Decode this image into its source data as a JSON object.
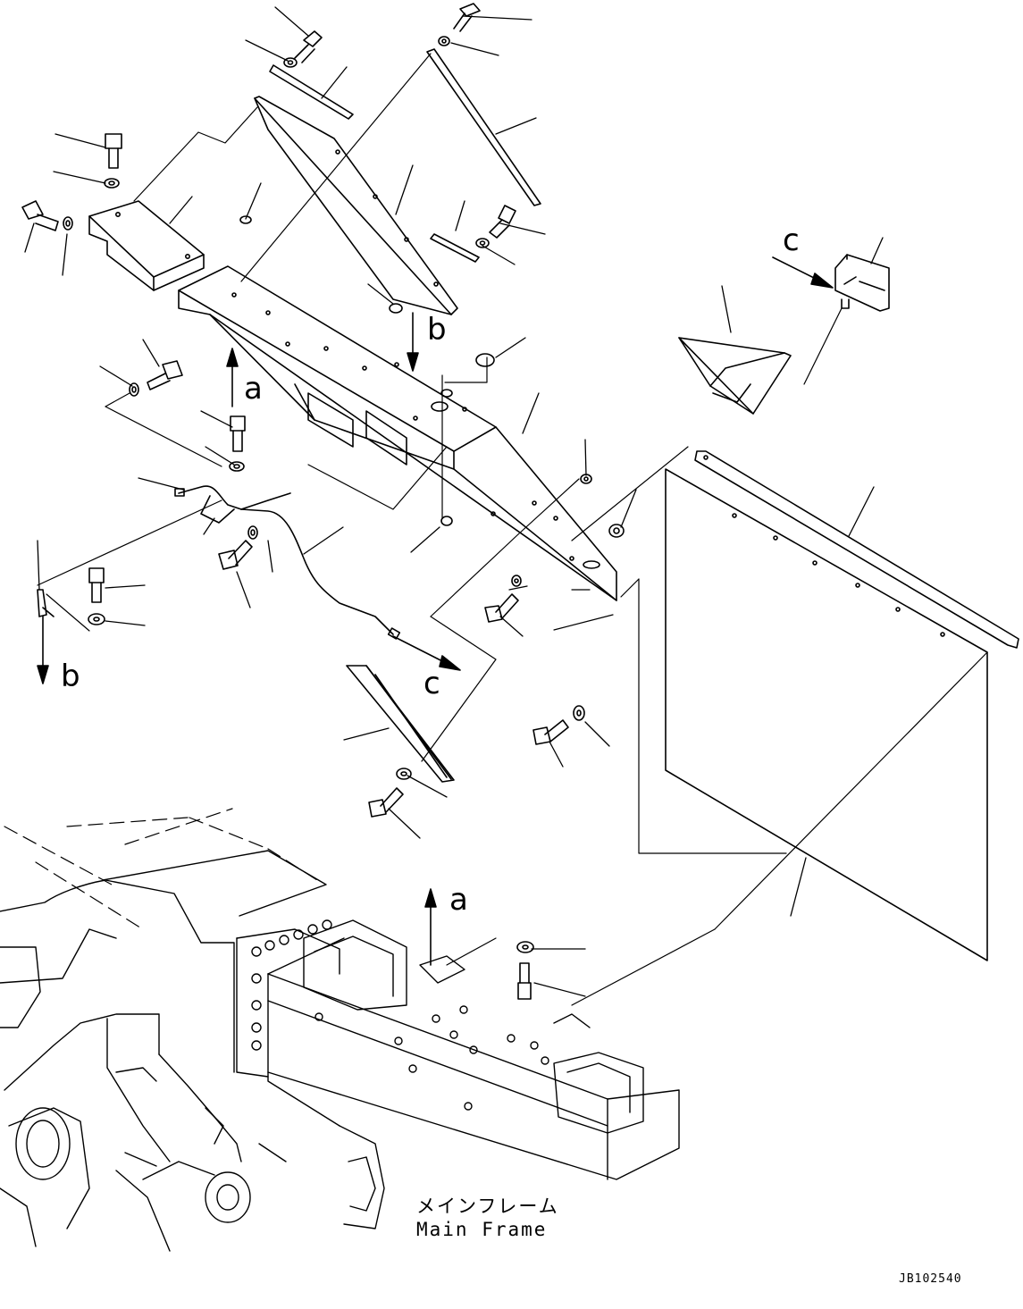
{
  "drawing": {
    "callouts": {
      "a_upper": "a",
      "b_upper": "b",
      "c_upper": "c",
      "b_lower": "b",
      "c_lower": "c",
      "a_lower": "a"
    },
    "frame_caption_jp": "メインフレーム",
    "frame_caption_en": "Main Frame",
    "drawing_code": "JB102540"
  },
  "colors": {
    "line": "#000000",
    "background": "#ffffff"
  }
}
